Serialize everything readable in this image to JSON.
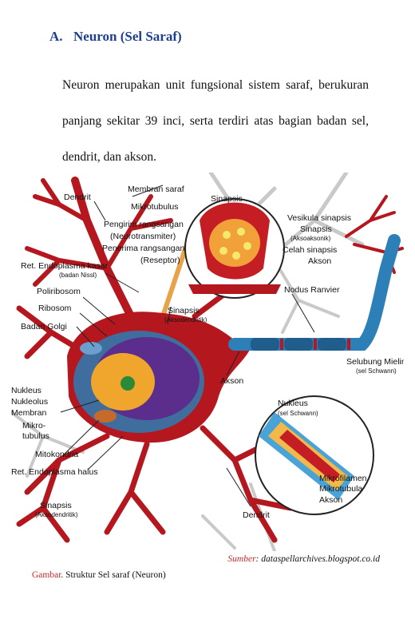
{
  "heading": {
    "number": "A.",
    "title": "Neuron (Sel Saraf)"
  },
  "paragraph": "Neuron merupakan unit fungsional sistem saraf, berukuran panjang sekitar 39 inci, serta terdiri atas bagian badan sel, dendrit, dan akson.",
  "figure": {
    "labels": {
      "dendrit_top": "Dendrit",
      "membran_saraf": "Membran saraf",
      "mikrotubulus": "Mikrotubulus",
      "pengirim": "Pengirim rangsangan",
      "neurotransmiter": "(Neurotransmiter)",
      "penerima": "Penerima rangsangan",
      "reseptor": "(Reseptor)",
      "sinapsis_top": "Sinapsis",
      "vesikula": "Vesikula sinapsis",
      "sinapsis_right": "Sinapsis",
      "aksoaksonik": "(Aksoaksonik)",
      "celah": "Celah sinapsis",
      "akson_right": "Akson",
      "ret_kasar": "Ret. Endoplasma kasar",
      "badan_nissl": "(badan Nissl)",
      "poliribosom": "Poliribosom",
      "ribosom": "Ribosom",
      "badan_golgi": "Badan Golgi",
      "sinapsis_mid": "Sinapsis",
      "aksodendritik": "(Aksodendritik)",
      "nodus": "Nodus Ranvier",
      "selubung": "Selubung Mielin",
      "sel_schwann": "(sel Schwann)",
      "akson_mid": "Akson",
      "nukleus": "Nukleus",
      "nukleolus": "Nukleolus",
      "membran": "Membran",
      "mikro": "Mikro-",
      "tubulus": "tubulus",
      "nukleus_inset": "Nukleus",
      "sel_schwann_inset": "(sel Schwann)",
      "mitokondria": "Mitokondria",
      "ret_halus": "Ret. Endoplasma halus",
      "mikrofilamen": "Mikrofilamen",
      "mikrotubula": "Mikrotubula",
      "akson_inset": "Akson",
      "sinapsis_bottom": "Sinapsis",
      "aksodendritik_bottom": "(Aksodendritik)",
      "dendrit_bottom": "Dendrit"
    }
  },
  "source": {
    "keyword": "Sumber",
    "text": ": dataspellarchives.blogspot.co.id"
  },
  "caption": {
    "keyword": "Gambar",
    "text": ". Struktur Sel saraf (Neuron)"
  }
}
